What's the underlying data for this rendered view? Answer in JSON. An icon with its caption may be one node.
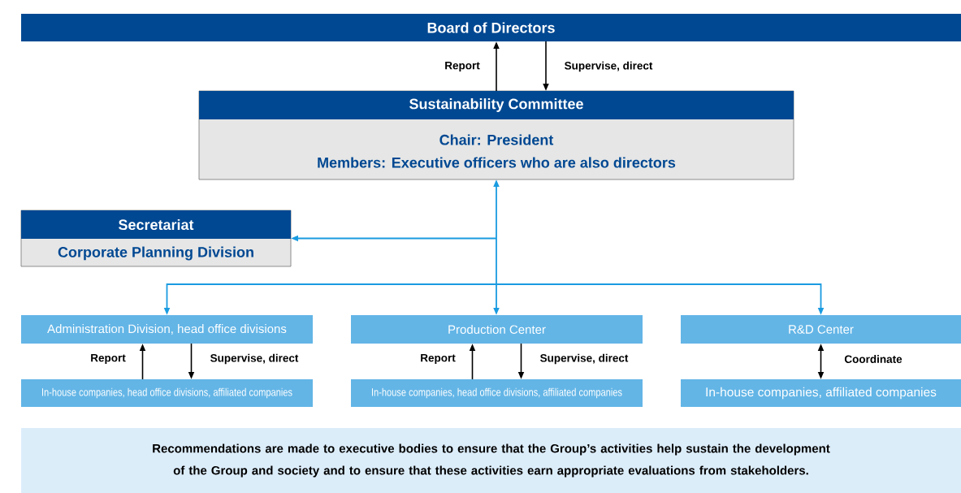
{
  "diagram": {
    "nodes": [
      {
        "text": [
          "Board of Directors"
        ]
      },
      {
        "text": [
          "Sustainability Committee",
          "Chair: President",
          "Members: Executive officers who are also directors"
        ]
      },
      {
        "text": [
          "Secretariat",
          "Corporate Planning Division"
        ]
      },
      {
        "text": [
          "Administration Division, head office divisions"
        ]
      },
      {
        "text": [
          "In-house companies, head office divisions, affiliated companies"
        ]
      },
      {
        "text": [
          "Production Center"
        ]
      },
      {
        "text": [
          "In-house companies, head office divisions, affiliated companies"
        ]
      },
      {
        "text": [
          "R&D Center"
        ]
      },
      {
        "text": [
          "In-house companies, affiliated companies"
        ]
      },
      {
        "text": [
          "Recommendations are made to executive bodies to ensure that the Group’s activities help sustain the development of the Group and society and to ensure that these activities earn appropriate evaluations from stakeholders."
        ]
      }
    ],
    "edges": [
      {
        "from": 1,
        "to": 0,
        "arrow": "to",
        "label": "Report"
      },
      {
        "from": 0,
        "to": 1,
        "arrow": "to",
        "label": "Supervise, direct"
      },
      {
        "from": 1,
        "to": 2,
        "arrow": "both",
        "color": "#1a9be0"
      },
      {
        "from": 1,
        "to": 3,
        "arrow": "both",
        "color": "#1a9be0"
      },
      {
        "from": 1,
        "to": 5,
        "arrow": "both",
        "color": "#1a9be0"
      },
      {
        "from": 1,
        "to": 7,
        "arrow": "both",
        "color": "#1a9be0"
      },
      {
        "from": 4,
        "to": 3,
        "arrow": "to",
        "label": "Report"
      },
      {
        "from": 3,
        "to": 4,
        "arrow": "to",
        "label": "Supervise, direct"
      },
      {
        "from": 6,
        "to": 5,
        "arrow": "to",
        "label": "Report"
      },
      {
        "from": 5,
        "to": 6,
        "arrow": "to",
        "label": "Supervise, direct"
      },
      {
        "from": 7,
        "to": 8,
        "arrow": "both",
        "label": "Coordinate"
      }
    ]
  }
}
